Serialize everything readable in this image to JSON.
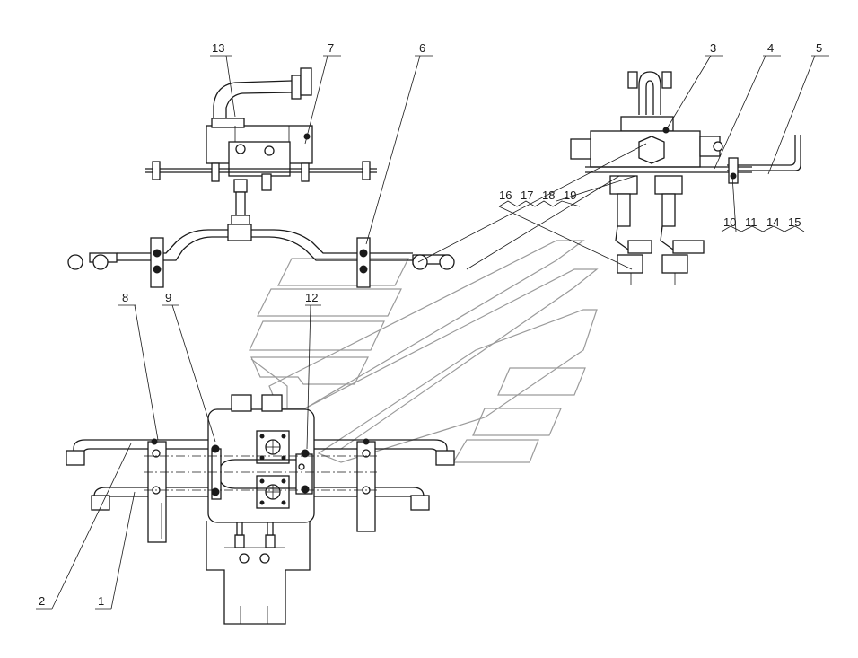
{
  "drawing": {
    "background": "#ffffff",
    "line_color": "#1a1a1a",
    "callouts": {
      "c1": "1",
      "c2": "2",
      "c3": "3",
      "c4": "4",
      "c5": "5",
      "c6": "6",
      "c7": "7",
      "c8": "8",
      "c9": "9",
      "c12": "12",
      "c13": "13",
      "group_a": [
        "16",
        "17",
        "18",
        "19"
      ],
      "group_b": [
        "10",
        "11",
        "14",
        "15"
      ]
    }
  }
}
